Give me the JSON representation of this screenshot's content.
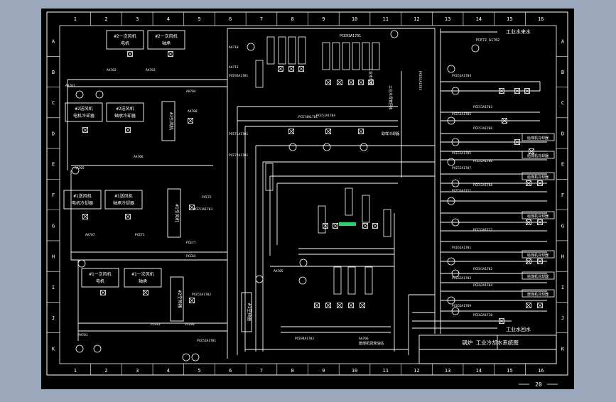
{
  "colors": {
    "page_background": "#9ba7bb",
    "sheet_background": "#000000",
    "line": "#ffffff",
    "highlight": "#22d66a"
  },
  "sheet": {
    "column_numbers": [
      "1",
      "2",
      "3",
      "4",
      "5",
      "6",
      "7",
      "8",
      "9",
      "10",
      "11",
      "12",
      "13",
      "14",
      "15",
      "16"
    ],
    "row_letters": [
      "A",
      "B",
      "C",
      "D",
      "E",
      "F",
      "G",
      "H",
      "I",
      "J",
      "K"
    ],
    "page_number": "20"
  },
  "title_block": {
    "title": "锅炉 工业冷却水系统图"
  },
  "diagram": {
    "header_tags": [
      "PCE93A1701",
      "PCE72 A1702"
    ],
    "fan_boxes_left": [
      {
        "line1": "#2一次风机",
        "line2": "电机"
      },
      {
        "line1": "#2一次风机",
        "line2": "轴承"
      },
      {
        "line1": "#2送风机",
        "line2": "电机冷却器"
      },
      {
        "line1": "#2送风机",
        "line2": "轴承冷却器"
      },
      {
        "line1": "#1送风机",
        "line2": "电机冷却器"
      },
      {
        "line1": "#1送风机",
        "line2": "轴承冷却器"
      },
      {
        "line1": "#1一次风机",
        "line2": "电机"
      },
      {
        "line1": "#1一次风机",
        "line2": "轴承"
      }
    ],
    "vertical_boxes": [
      "#2引风机",
      "#1引风机",
      "#2空预器",
      "#1空预器"
    ],
    "valve_tags": [
      "AA703",
      "AA702",
      "AA701",
      "AA704",
      "AA705",
      "AA706",
      "AA707",
      "AA708",
      "PCE71",
      "PCE72",
      "PCE77",
      "PCE82",
      "PCE83",
      "PCE80",
      "AA710",
      "AA711",
      "PCE93A1701",
      "PCE71A1701",
      "PCE72A1701",
      "PCE74A1701",
      "PCE51A1704",
      "PCE51A1703",
      "PCE52A1702",
      "PCE52A1701",
      "PCE61A1701",
      "PCE94A1702",
      "AA706",
      "AA705",
      "AA701"
    ],
    "right_tags": [
      "PCE51A1704",
      "PCE51A1703",
      "PCE51A1705",
      "PCE51A1706",
      "PCE52A1705",
      "PCE52A1706",
      "PCE52A1707",
      "PCE52A1708",
      "PCE53A1711",
      "PCE53A1712",
      "PCE61A1701",
      "PCE61A1702",
      "PCE62A1703",
      "PCE62A1704",
      "PCE63A1709",
      "PCE63A1710"
    ],
    "right_equipment_boxes": [
      "给煤机冷却器",
      "给煤机冷却器",
      "给煤机冷却器",
      "给煤机冷却器",
      "给煤机冷却器",
      "给煤机冷却器",
      "磨煤机冷却器"
    ],
    "centre_labels": [
      "工业水母管",
      "工业水母管回水",
      "取样冷却器",
      "磨煤机润滑油站"
    ],
    "outlet_top": "工业水来水",
    "outlet_bottom": "工业水回水"
  }
}
